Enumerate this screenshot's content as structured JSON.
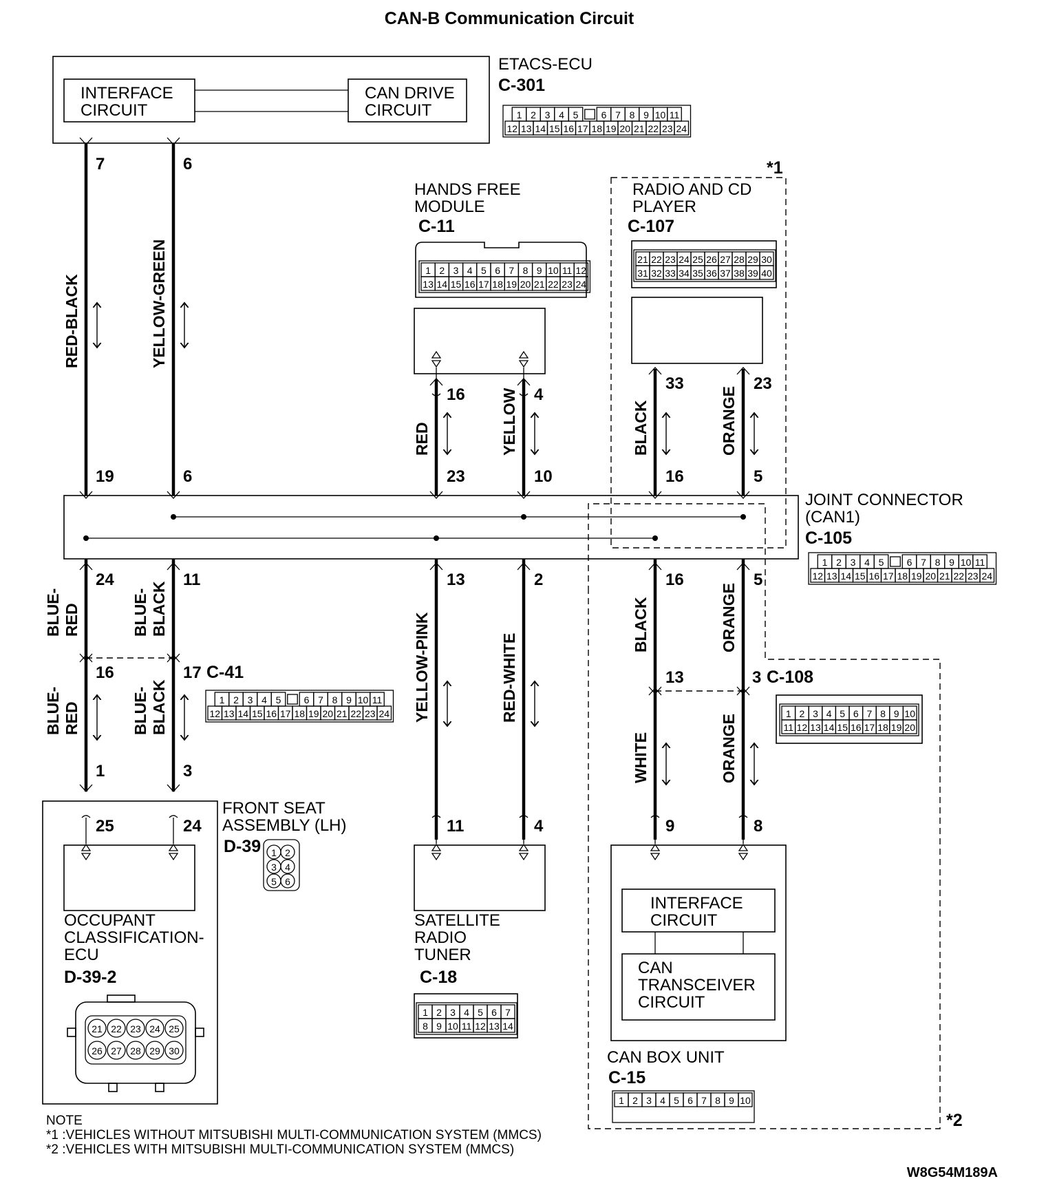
{
  "title": "CAN-B Communication Circuit",
  "etacs": {
    "name": "ETACS-ECU",
    "connector": "C-301",
    "interface_label": [
      "INTERFACE",
      "CIRCUIT"
    ],
    "can_drive_label": [
      "CAN DRIVE",
      "CIRCUIT"
    ],
    "pins_row1": [
      "1",
      "2",
      "3",
      "4",
      "5",
      "",
      "6",
      "7",
      "8",
      "9",
      "10",
      "11"
    ],
    "pins_row2": [
      "12",
      "13",
      "14",
      "15",
      "16",
      "17",
      "18",
      "19",
      "20",
      "21",
      "22",
      "23",
      "24"
    ]
  },
  "hands_free": {
    "name": [
      "HANDS FREE",
      "MODULE"
    ],
    "connector": "C-11",
    "pins_row1": [
      "1",
      "2",
      "3",
      "4",
      "5",
      "6",
      "7",
      "8",
      "9",
      "10",
      "11",
      "12"
    ],
    "pins_row2": [
      "13",
      "14",
      "15",
      "16",
      "17",
      "18",
      "19",
      "20",
      "21",
      "22",
      "23",
      "24"
    ]
  },
  "radio": {
    "name": [
      "RADIO AND CD",
      "PLAYER"
    ],
    "connector": "C-107",
    "pins_row1": [
      "21",
      "22",
      "23",
      "24",
      "25",
      "26",
      "27",
      "28",
      "29",
      "30"
    ],
    "pins_row2": [
      "31",
      "32",
      "33",
      "34",
      "35",
      "36",
      "37",
      "38",
      "39",
      "40"
    ],
    "note_mark": "*1"
  },
  "joint": {
    "name": [
      "JOINT CONNECTOR",
      "(CAN1)"
    ],
    "connector": "C-105",
    "pins_row1": [
      "1",
      "2",
      "3",
      "4",
      "5",
      "",
      "6",
      "7",
      "8",
      "9",
      "10",
      "11"
    ],
    "pins_row2": [
      "12",
      "13",
      "14",
      "15",
      "16",
      "17",
      "18",
      "19",
      "20",
      "21",
      "22",
      "23",
      "24"
    ]
  },
  "c41": {
    "connector": "C-41",
    "pins_row1": [
      "1",
      "2",
      "3",
      "4",
      "5",
      "",
      "6",
      "7",
      "8",
      "9",
      "10",
      "11"
    ],
    "pins_row2": [
      "12",
      "13",
      "14",
      "15",
      "16",
      "17",
      "18",
      "19",
      "20",
      "21",
      "22",
      "23",
      "24"
    ]
  },
  "c108": {
    "connector": "C-108",
    "pins_row1": [
      "1",
      "2",
      "3",
      "4",
      "5",
      "6",
      "7",
      "8",
      "9",
      "10"
    ],
    "pins_row2": [
      "11",
      "12",
      "13",
      "14",
      "15",
      "16",
      "17",
      "18",
      "19",
      "20"
    ]
  },
  "front_seat": {
    "name": [
      "FRONT SEAT",
      "ASSEMBLY (LH)"
    ],
    "connector": "D-39",
    "pins": [
      "1",
      "2",
      "3",
      "4",
      "5",
      "6"
    ]
  },
  "occupant": {
    "name": [
      "OCCUPANT",
      "CLASSIFICATION-",
      "ECU"
    ],
    "connector": "D-39-2",
    "pins_row1": [
      "21",
      "22",
      "23",
      "24",
      "25"
    ],
    "pins_row2": [
      "26",
      "27",
      "28",
      "29",
      "30"
    ]
  },
  "satellite": {
    "name": [
      "SATELLITE",
      "RADIO",
      "TUNER"
    ],
    "connector": "C-18",
    "pins_row1": [
      "1",
      "2",
      "3",
      "4",
      "5",
      "6",
      "7"
    ],
    "pins_row2": [
      "8",
      "9",
      "10",
      "11",
      "12",
      "13",
      "14"
    ]
  },
  "can_box": {
    "name": "CAN BOX UNIT",
    "connector": "C-15",
    "interface_label": [
      "INTERFACE",
      "CIRCUIT"
    ],
    "transceiver_label": [
      "CAN",
      "TRANSCEIVER",
      "CIRCUIT"
    ],
    "pins": [
      "1",
      "2",
      "3",
      "4",
      "5",
      "6",
      "7",
      "8",
      "9",
      "10"
    ],
    "note_mark": "*2"
  },
  "wires": {
    "w1": {
      "top_pin": "7",
      "color": "RED-BLACK",
      "bottom_pin": "19"
    },
    "w2": {
      "top_pin": "6",
      "color": "YELLOW-GREEN",
      "bottom_pin": "6"
    },
    "w3": {
      "top_pin": "16",
      "color": "RED",
      "bottom_pin": "23"
    },
    "w4": {
      "top_pin": "4",
      "color": "YELLOW",
      "bottom_pin": "10"
    },
    "w5": {
      "top_pin": "33",
      "color": "BLACK",
      "bottom_pin": "16"
    },
    "w6": {
      "top_pin": "23",
      "color": "ORANGE",
      "bottom_pin": "5"
    },
    "b1": {
      "top_pin": "24",
      "color": [
        "BLUE-",
        "RED"
      ],
      "c41_pin": "16",
      "color2": [
        "BLUE-",
        "RED"
      ],
      "bottom_pin": "1",
      "ecu_pin": "25"
    },
    "b2": {
      "top_pin": "11",
      "color": [
        "BLUE-",
        "BLACK"
      ],
      "c41_pin": "17",
      "color2": [
        "BLUE-",
        "BLACK"
      ],
      "bottom_pin": "3",
      "ecu_pin": "24"
    },
    "b3": {
      "top_pin": "13",
      "color": "YELLOW-PINK",
      "bottom_pin": "11"
    },
    "b4": {
      "top_pin": "2",
      "color": "RED-WHITE",
      "bottom_pin": "4"
    },
    "b5": {
      "top_pin": "16",
      "color": "BLACK",
      "c108_pin": "13",
      "color2": "WHITE",
      "bottom_pin": "9"
    },
    "b6": {
      "top_pin": "5",
      "color": "ORANGE",
      "c108_pin": "3",
      "color2": "ORANGE",
      "bottom_pin": "8"
    }
  },
  "notes": {
    "heading": "NOTE",
    "n1": "*1 :VEHICLES WITHOUT MITSUBISHI MULTI-COMMUNICATION SYSTEM (MMCS)",
    "n2": "*2 :VEHICLES WITH MITSUBISHI MULTI-COMMUNICATION SYSTEM (MMCS)"
  },
  "figure_code": "W8G54M189A"
}
